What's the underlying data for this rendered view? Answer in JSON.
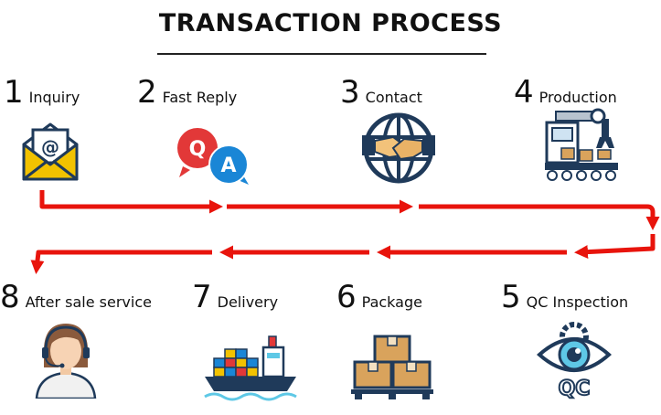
{
  "title": "TRANSACTION PROCESS",
  "steps": [
    {
      "num": "1",
      "label": "Inquiry",
      "icon": "envelope-icon"
    },
    {
      "num": "2",
      "label": "Fast Reply",
      "icon": "qa-bubbles-icon"
    },
    {
      "num": "3",
      "label": "Contact",
      "icon": "globe-handshake-icon"
    },
    {
      "num": "4",
      "label": "Production",
      "icon": "factory-robot-icon"
    },
    {
      "num": "5",
      "label": "QC Inspection",
      "icon": "qc-eye-icon"
    },
    {
      "num": "6",
      "label": "Package",
      "icon": "boxes-pallet-icon"
    },
    {
      "num": "7",
      "label": "Delivery",
      "icon": "cargo-ship-icon"
    },
    {
      "num": "8",
      "label": "After sale service",
      "icon": "support-agent-icon"
    }
  ],
  "icon_text": {
    "email_at": "@",
    "bubble_q": "Q",
    "bubble_a": "A",
    "qc": "QC"
  },
  "colors": {
    "arrow": "#e8140c",
    "envelope": "#f2c200",
    "bubble_q": "#e23838",
    "bubble_a": "#1a86d6",
    "navy": "#1f3a5a",
    "box": "#d9a35c"
  }
}
